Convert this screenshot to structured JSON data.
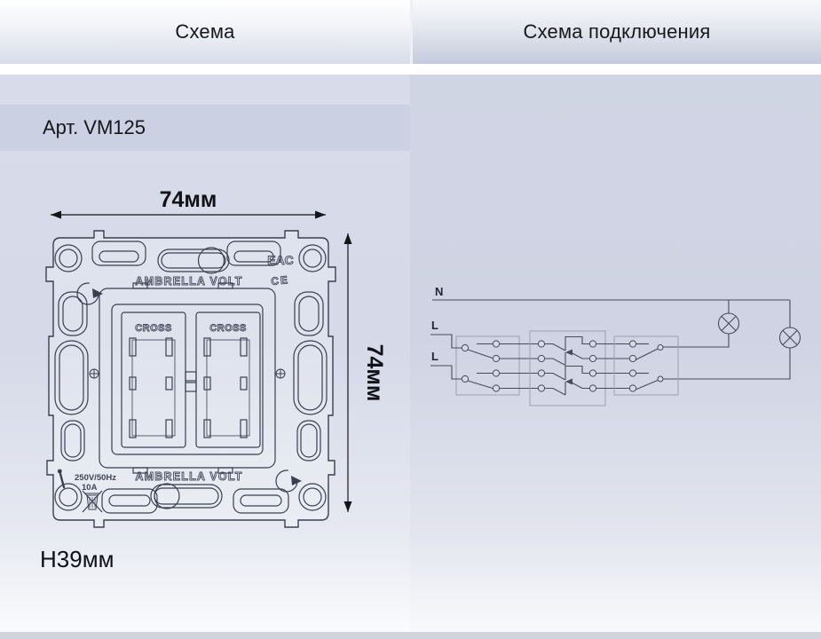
{
  "header": {
    "tabs": [
      {
        "id": "scheme",
        "label": "Схема"
      },
      {
        "id": "connection-scheme",
        "label": "Схема подключения"
      }
    ]
  },
  "left_panel": {
    "article": "Арт. VM125",
    "dimensions": {
      "width": "74мм",
      "height": "74мм",
      "depth": "H39мм"
    },
    "mechanism": {
      "brand_top": "AMBRELLA VOLT",
      "brand_bottom": "AMBRELLA VOLT",
      "rocker_left_label": "CROSS",
      "rocker_right_label": "CROSS",
      "rating_voltage": "250V/50Hz",
      "rating_current": "10A",
      "cert_eac": "EAC",
      "cert_ce": "CE"
    }
  },
  "right_panel": {
    "wiring": {
      "neutral_label": "N",
      "phase1_label": "L",
      "phase2_label": "L"
    }
  },
  "colors": {
    "header_left_bottom": "#d8dce9",
    "header_right_bottom": "#c5cbdc",
    "panel_left_bg": "#d7dbe9",
    "panel_right_bg": "#d2d6e5",
    "article_band": "#cbd1e2",
    "drawing_line": "#3a3f50",
    "wiring_line": "#474b59"
  }
}
